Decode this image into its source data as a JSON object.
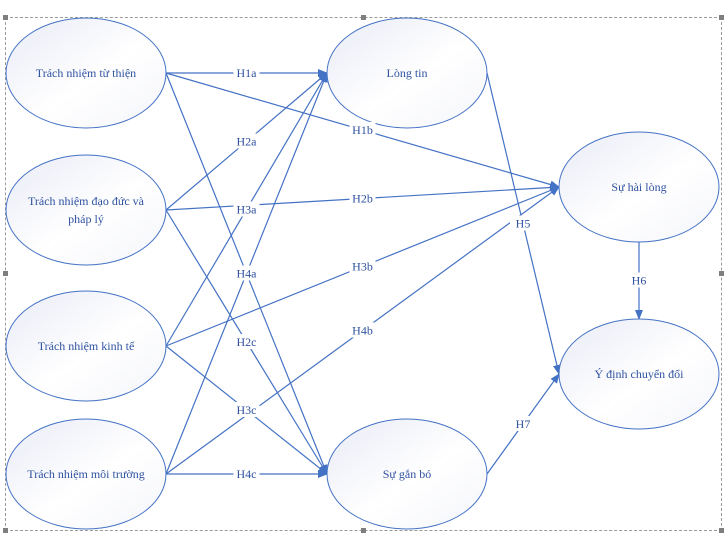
{
  "colors": {
    "stroke": "#4472c4",
    "text": "#2f52a0",
    "fill_start": "#eef0f8",
    "fill_end": "#ffffff"
  },
  "nodes": [
    {
      "id": "charity",
      "lines": [
        "Trách nhiệm từ thiện"
      ]
    },
    {
      "id": "ethical",
      "lines": [
        "Trách nhiệm đạo đức và",
        "pháp lý"
      ]
    },
    {
      "id": "economic",
      "lines": [
        "Trách nhiệm kinh tế"
      ]
    },
    {
      "id": "environment",
      "lines": [
        "Trách nhiệm môi trường"
      ]
    },
    {
      "id": "trust",
      "lines": [
        "Lòng tin"
      ]
    },
    {
      "id": "engagement",
      "lines": [
        "Sự gắn bó"
      ]
    },
    {
      "id": "satisfaction",
      "lines": [
        "Sự hài lòng"
      ]
    },
    {
      "id": "intention",
      "lines": [
        "Ý định chuyển đổi"
      ]
    }
  ],
  "edges": [
    {
      "from": "charity",
      "to": "trust",
      "label": "H1a"
    },
    {
      "from": "charity",
      "to": "satisfaction",
      "label": "H1b"
    },
    {
      "from": "ethical",
      "to": "trust",
      "label": "H2a"
    },
    {
      "from": "ethical",
      "to": "satisfaction",
      "label": "H2b"
    },
    {
      "from": "economic",
      "to": "trust",
      "label": "H3a"
    },
    {
      "from": "economic",
      "to": "satisfaction",
      "label": "H3b"
    },
    {
      "from": "environment",
      "to": "trust",
      "label": "H4a"
    },
    {
      "from": "environment",
      "to": "satisfaction",
      "label": "H4b"
    },
    {
      "from": "ethical",
      "to": "engagement",
      "label": "H2c"
    },
    {
      "from": "economic",
      "to": "engagement",
      "label": "H3c"
    },
    {
      "from": "environment",
      "to": "engagement",
      "label": "H4c"
    },
    {
      "from": "charity",
      "to": "engagement",
      "label": ""
    },
    {
      "from": "trust",
      "to": "intention",
      "label": "H5"
    },
    {
      "from": "satisfaction",
      "to": "intention",
      "label": "H6"
    },
    {
      "from": "engagement",
      "to": "intention",
      "label": "H7"
    }
  ]
}
